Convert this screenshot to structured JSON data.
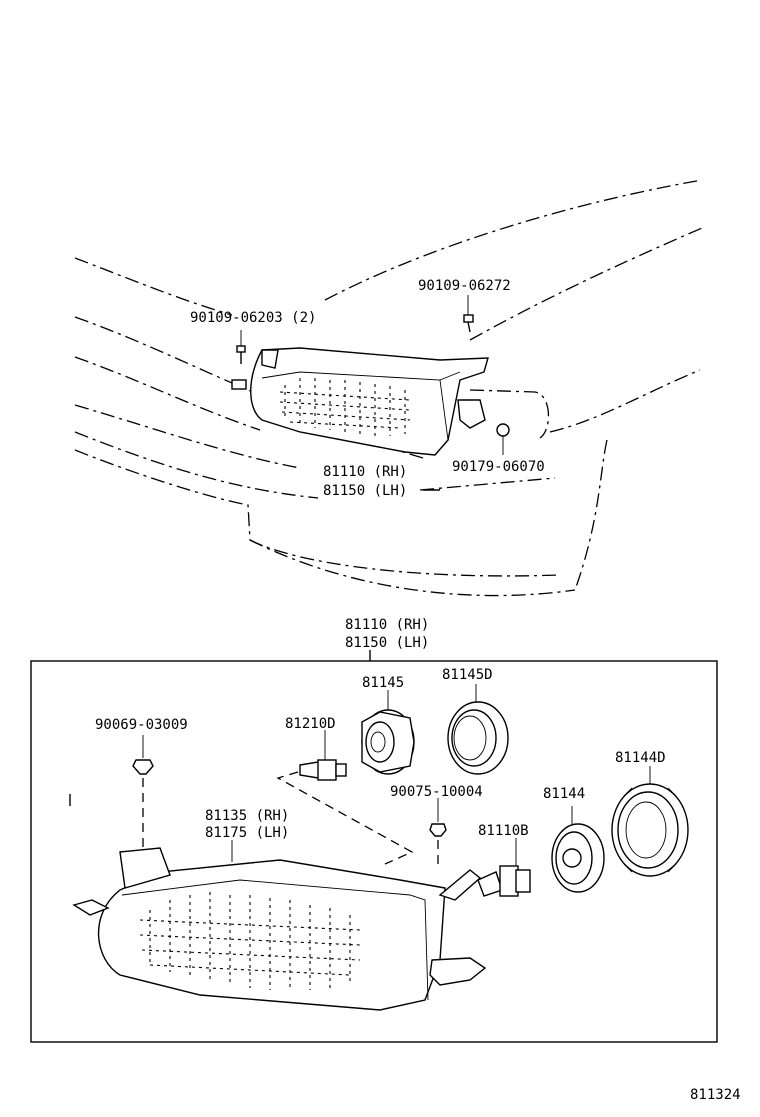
{
  "labels": {
    "bolt_left_top": "90109-06203 (2)",
    "bolt_right_top": "90109-06272",
    "nut_top": "90179-06070",
    "assy_top_rh": "81110 (RH)",
    "assy_top_lh": "81150 (LH)",
    "assy_box_rh": "81110 (RH)",
    "assy_box_lh": "81150 (LH)",
    "bulb_socket": "81145",
    "socket_cover": "81145D",
    "small_bulb": "81210D",
    "clip_left": "90069-03009",
    "clip_mid": "90075-10004",
    "main_bulb": "81110B",
    "reflector": "81144",
    "rear_cover": "81144D",
    "unit_rh": "81135 (RH)",
    "unit_lh": "81175 (LH)",
    "figure_number": "811324"
  }
}
